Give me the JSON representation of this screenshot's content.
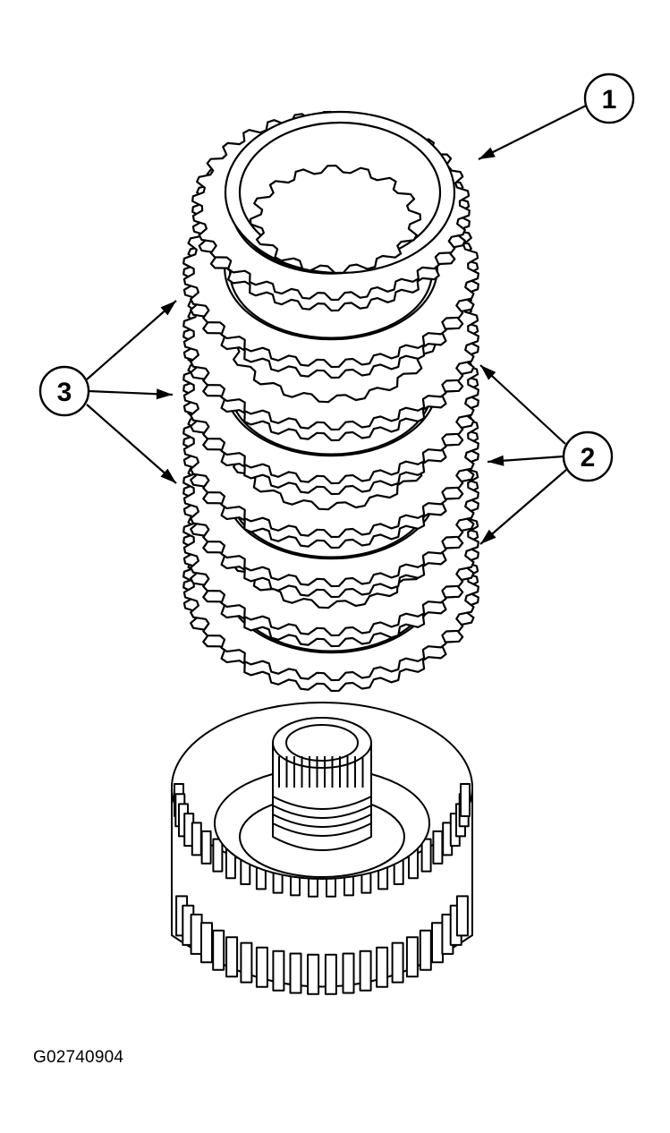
{
  "diagram": {
    "callouts": [
      {
        "label": "1"
      },
      {
        "label": "2"
      },
      {
        "label": "3"
      }
    ],
    "figure_id": "G02740904",
    "colors": {
      "ink": "#000000",
      "paper": "#ffffff"
    }
  }
}
